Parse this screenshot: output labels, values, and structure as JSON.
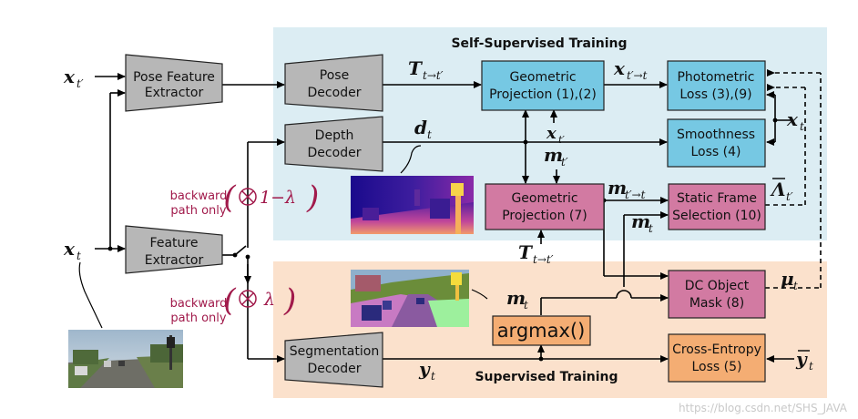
{
  "colors": {
    "self_supervised_bg": "#dcedf3",
    "supervised_bg": "#fbe1cc",
    "blue_box": "#76c8e3",
    "pink_box": "#d27aa2",
    "orange_box": "#f4ad73",
    "gray_box": "#b7b7b7",
    "red_text": "#a11a4b"
  },
  "regions": {
    "self_supervised": "Self-Supervised Training",
    "supervised": "Supervised Training"
  },
  "nodes": {
    "pose_feature_extractor": [
      "Pose Feature",
      "Extractor"
    ],
    "pose_decoder": [
      "Pose",
      "Decoder"
    ],
    "depth_decoder": [
      "Depth",
      "Decoder"
    ],
    "feature_extractor": [
      "Feature",
      "Extractor"
    ],
    "segmentation_decoder": [
      "Segmentation",
      "Decoder"
    ],
    "geometric_projection_top": [
      "Geometric",
      "Projection (1),(2)"
    ],
    "geometric_projection_mid": [
      "Geometric",
      "Projection (7)"
    ],
    "photometric_loss": [
      "Photometric",
      "Loss (3),(9)"
    ],
    "smoothness_loss": [
      "Smoothness",
      "Loss (4)"
    ],
    "static_frame_selection": [
      "Static Frame",
      "Selection (10)"
    ],
    "dc_object_mask": [
      "DC Object",
      "Mask (8)"
    ],
    "cross_entropy_loss": [
      "Cross-Entropy",
      "Loss (5)"
    ],
    "argmax": "argmax()"
  },
  "symbols": {
    "x_tprime": {
      "base": "x",
      "sub": "t′"
    },
    "x_t": {
      "base": "x",
      "sub": "t"
    },
    "T_t_to_tprime": {
      "base": "T",
      "sub": "t→t′"
    },
    "x_tprime_to_t": {
      "base": "x",
      "sub": "t′→t"
    },
    "d_t": {
      "base": "d",
      "sub": "t"
    },
    "m_tprime": {
      "base": "m",
      "sub": "t′"
    },
    "m_tprime_to_t": {
      "base": "m",
      "sub": "t′→t"
    },
    "m_t": {
      "base": "m",
      "sub": "t"
    },
    "Lambda_tprime": {
      "base": "Λ",
      "sub": "t′"
    },
    "mu_t": {
      "base": "μ",
      "sub": "t"
    },
    "y_t": {
      "base": "y",
      "sub": "t"
    },
    "y_bar_t": {
      "base": "y",
      "sub": "t"
    }
  },
  "gates": {
    "upper": {
      "line1": "backward",
      "line2": "path only",
      "factor": "1−λ"
    },
    "lower": {
      "line1": "backward",
      "line2": "path only",
      "factor": "λ"
    }
  },
  "watermark": "https://blog.csdn.net/SHS_JAVA"
}
